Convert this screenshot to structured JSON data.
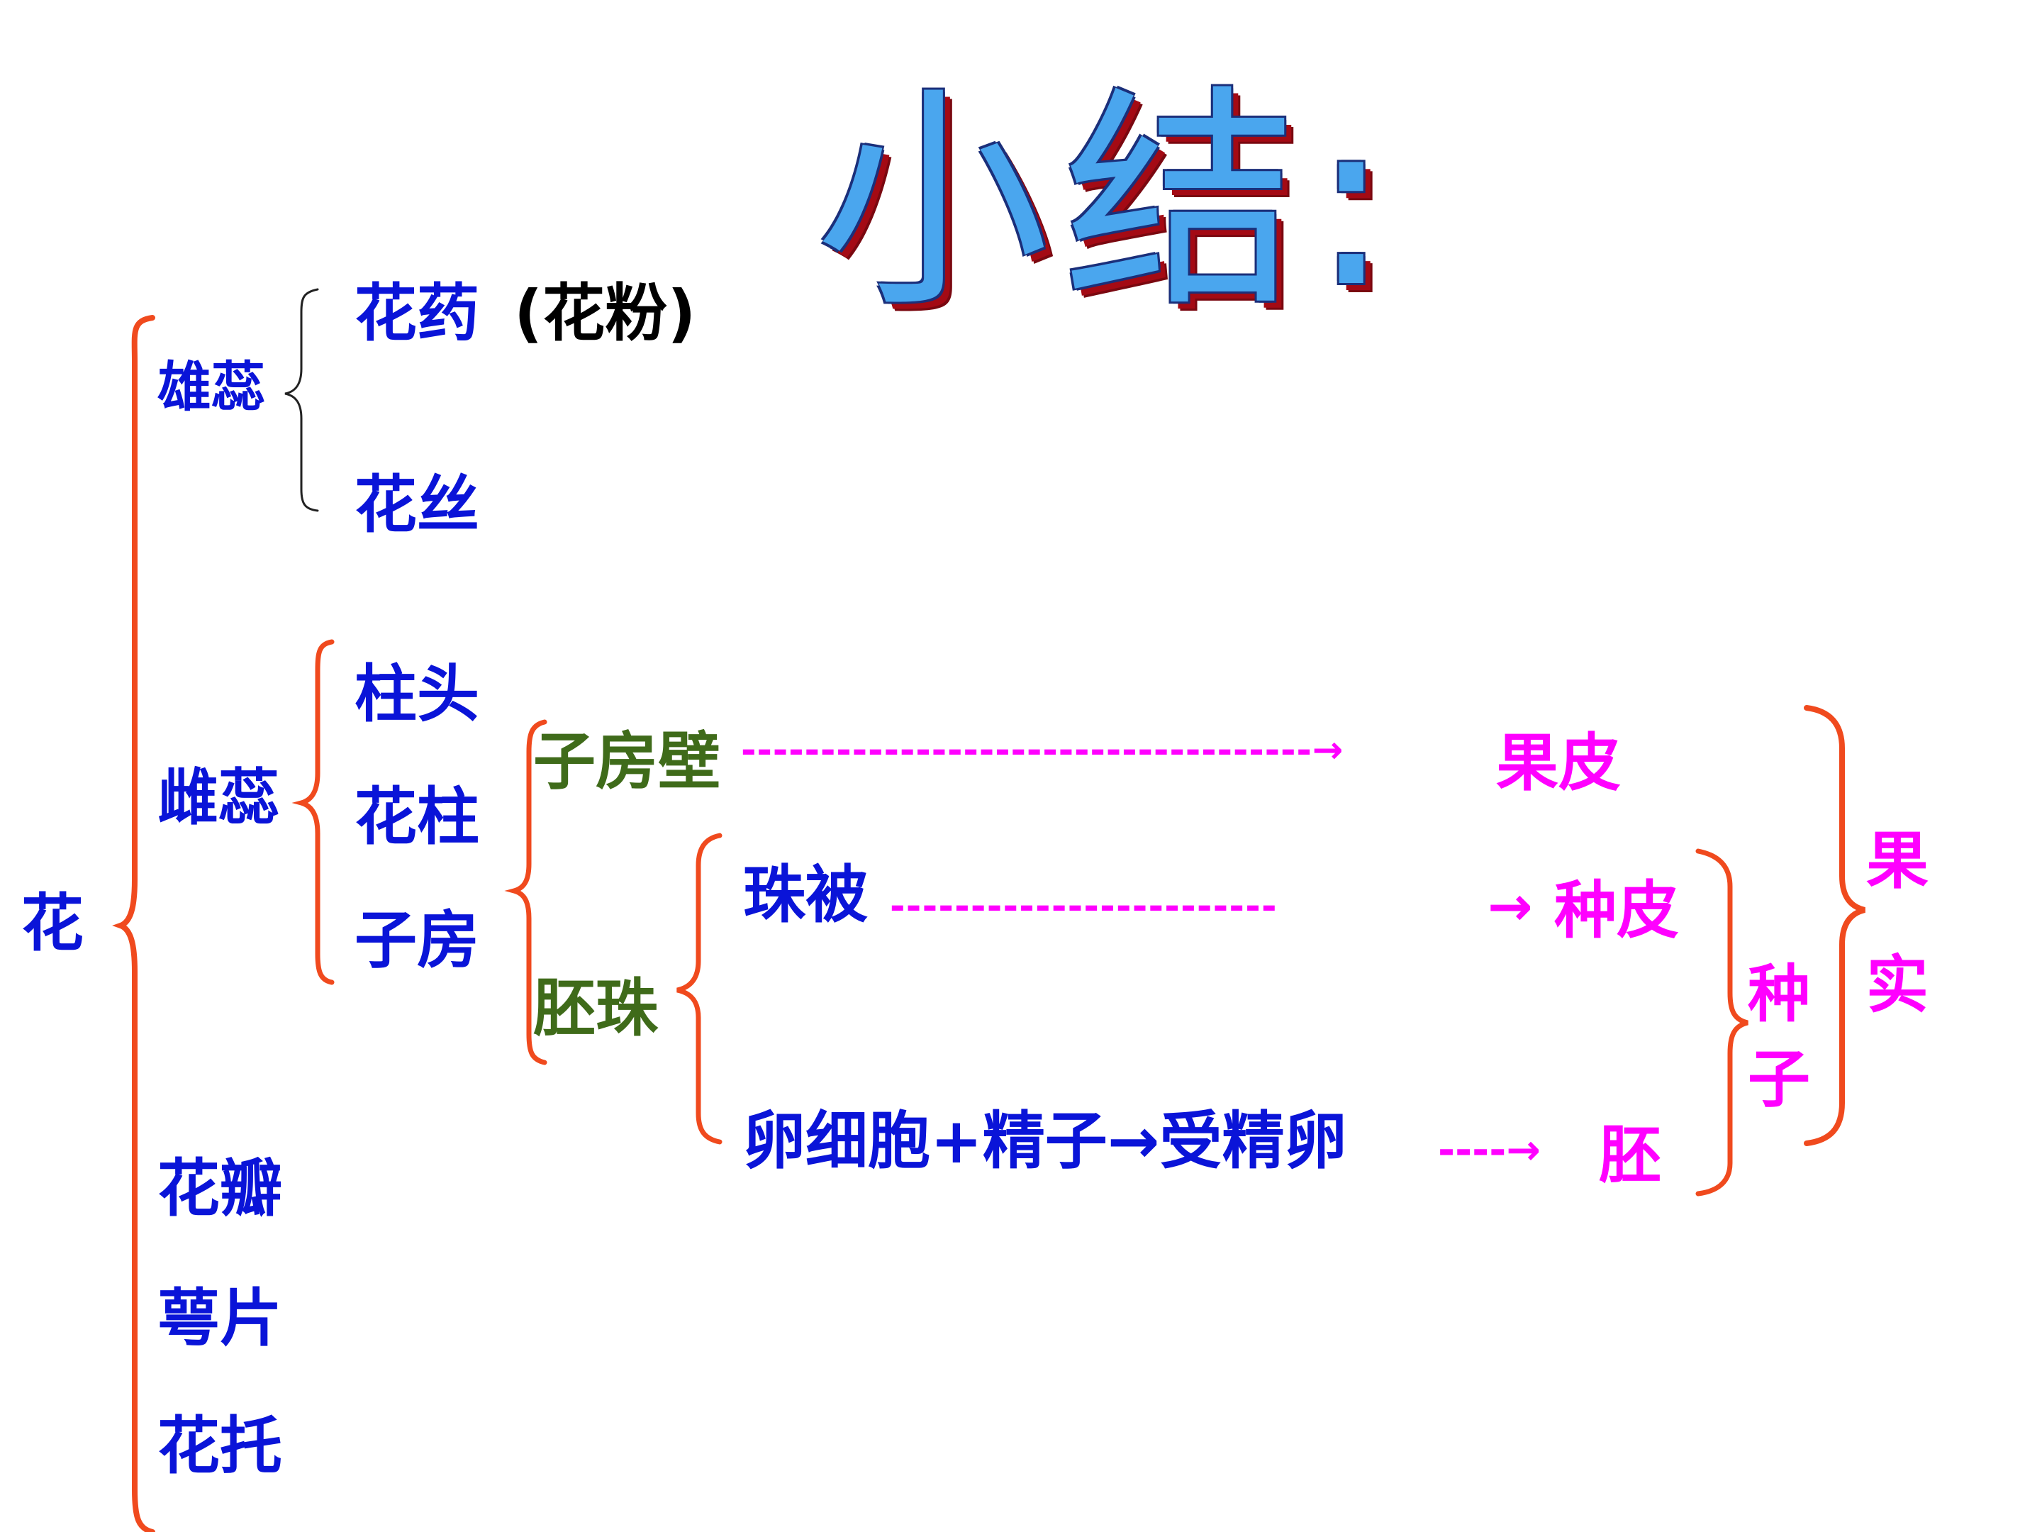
{
  "title": "小结:",
  "root": "花",
  "stamen": {
    "label": "雄蕊",
    "parts": {
      "anther": "花药",
      "pollen": "(花粉)",
      "filament": "花丝"
    }
  },
  "pistil": {
    "label": "雌蕊",
    "parts": {
      "stigma": "柱头",
      "style": "花柱",
      "ovary": "子房"
    }
  },
  "ovary_parts": {
    "ovary_wall": "子房壁",
    "ovule": "胚珠"
  },
  "ovule_parts": {
    "integument": "珠被",
    "fertilization": "卵细胞+精子→受精卵"
  },
  "other_parts": [
    "花瓣",
    "萼片",
    "花托"
  ],
  "connectors": {
    "wall_line": "------------------------------------→",
    "integument_line": "------------------------",
    "integument_arrow": "→",
    "zygote_line": "----→"
  },
  "outcomes": {
    "pericarp": "果皮",
    "seed_coat": "种皮",
    "embryo": "胚"
  },
  "groups": {
    "seed": [
      "种",
      "子"
    ],
    "fruit": [
      "果",
      "实"
    ]
  },
  "colors": {
    "blue_text": "#0a14d8",
    "green_text": "#3f6b1a",
    "pink_text": "#ff00ff",
    "brace_red": "#f04a1e",
    "title_fill": "#4aa6ee",
    "title_shadow": "#a40a14"
  }
}
